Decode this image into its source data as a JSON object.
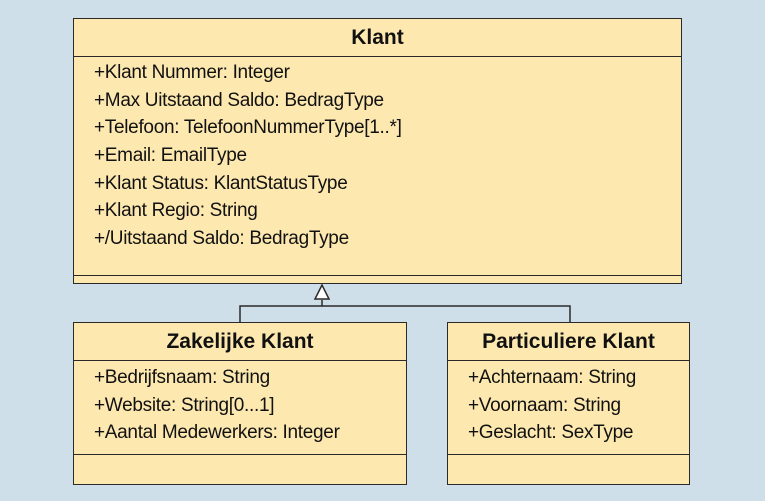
{
  "classes": {
    "klant": {
      "name": "Klant",
      "attributes": [
        "+Klant Nummer: Integer",
        "+Max Uitstaand Saldo: BedragType",
        "+Telefoon: TelefoonNummerType[1..*]",
        "+Email: EmailType",
        "+Klant Status: KlantStatusType",
        "+Klant Regio: String",
        "+/Uitstaand Saldo: BedragType"
      ]
    },
    "zakelijke_klant": {
      "name": "Zakelijke Klant",
      "attributes": [
        "+Bedrijfsnaam: String",
        "+Website: String[0...1]",
        "+Aantal Medewerkers: Integer"
      ]
    },
    "particuliere_klant": {
      "name": "Particuliere Klant",
      "attributes": [
        "+Achternaam: String",
        "+Voornaam: String",
        "+Geslacht: SexType"
      ]
    }
  },
  "colors": {
    "background": "#cfdfe9",
    "class_fill": "#fde9b0",
    "line": "#2a2a2a"
  }
}
